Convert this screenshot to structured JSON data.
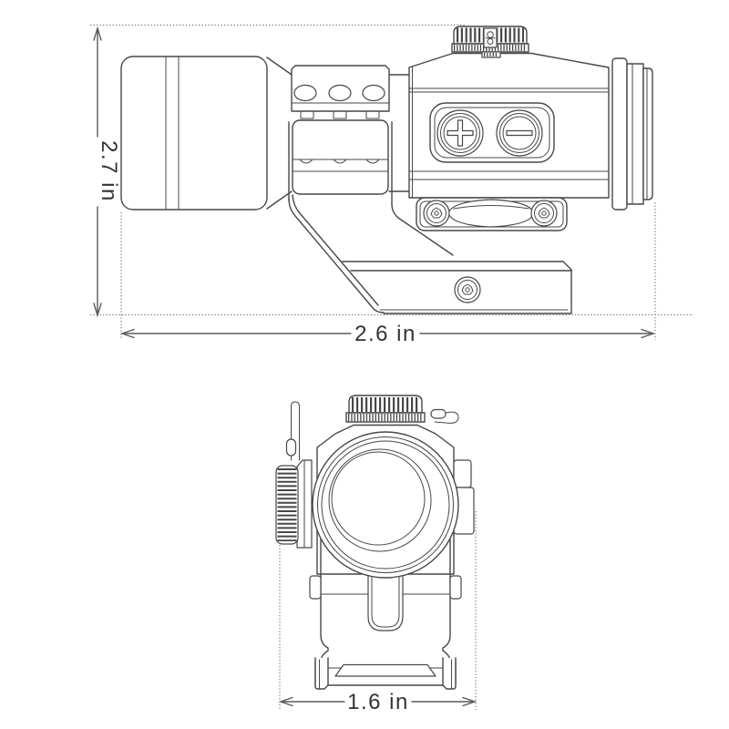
{
  "diagram": {
    "type": "technical-dimension-drawing",
    "views": [
      {
        "id": "side-view",
        "dimension_labels": [
          "2.7 in",
          "2.6 in"
        ]
      },
      {
        "id": "front-view",
        "dimension_labels": [
          "1.6 in"
        ]
      }
    ]
  },
  "dims": {
    "height": {
      "label": "2.7 in"
    },
    "length": {
      "label": "2.6 in"
    },
    "width": {
      "label": "1.6 in"
    }
  },
  "icons": {
    "plus_button": "plus-icon",
    "minus_button": "minus-icon"
  },
  "colors": {
    "background": "#ffffff",
    "line": "#474747",
    "dimension_line": "#5a5a5a",
    "label_text": "#333333"
  }
}
